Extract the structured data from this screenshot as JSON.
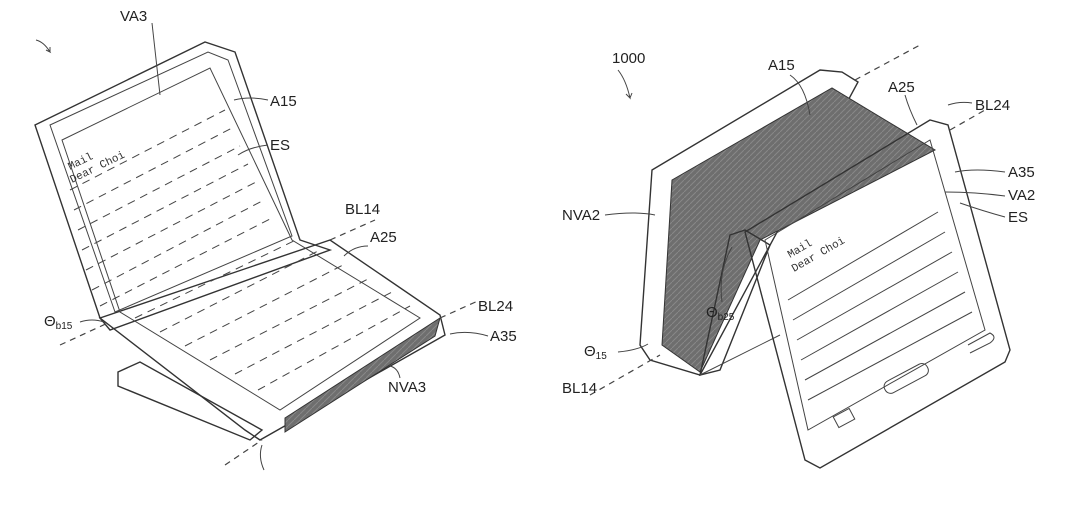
{
  "left_figure": {
    "labels": {
      "va3": "VA3",
      "a15": "A15",
      "es": "ES",
      "bl14": "BL14",
      "a25": "A25",
      "bl24": "BL24",
      "theta_b15": "Θ",
      "theta_b15_sub": "b15",
      "a35": "A35",
      "nva3": "NVA3"
    },
    "screen_text": {
      "line1": "Mail",
      "line2": "Dear Choi"
    }
  },
  "right_figure": {
    "labels": {
      "ref": "1000",
      "a15": "A15",
      "a25": "A25",
      "bl24": "BL24",
      "a35": "A35",
      "va2": "VA2",
      "es": "ES",
      "nva2": "NVA2",
      "theta_b25": "Θ",
      "theta_b25_sub": "b25",
      "theta_15": "Θ",
      "theta_15_sub": "15",
      "bl14": "BL14"
    },
    "screen_text": {
      "line1": "Mail",
      "line2": "Dear Choi"
    }
  },
  "colors": {
    "line": "#333333",
    "shade": "#6e6e6e",
    "background": "#ffffff"
  }
}
